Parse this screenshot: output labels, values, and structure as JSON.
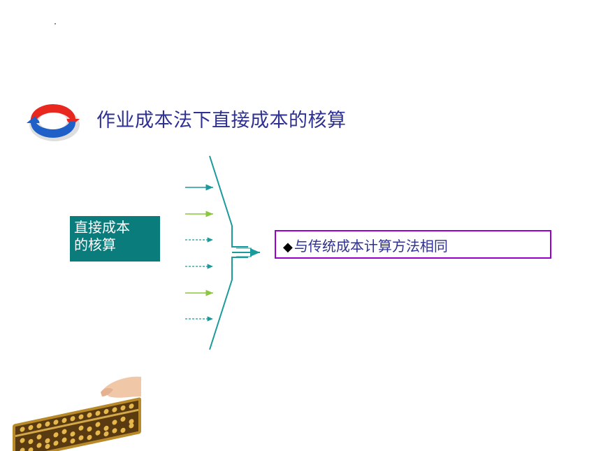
{
  "slide": {
    "title": "作业成本法下直接成本的核算",
    "left_box_lines": [
      "直接成本",
      "的核算"
    ],
    "right_box_text": "与传统成本计算方法相同",
    "bullet_glyph": "◆"
  },
  "colors": {
    "title": "#2e3192",
    "teal_box": "#0b7c7c",
    "purple_border": "#9900cc",
    "teal_line": "#1a9a9a",
    "green_arrow": "#8cc63f"
  },
  "icons": {
    "logo": "red-blue-cycle-arrows-icon",
    "abacus": "abacus-hand-image"
  }
}
